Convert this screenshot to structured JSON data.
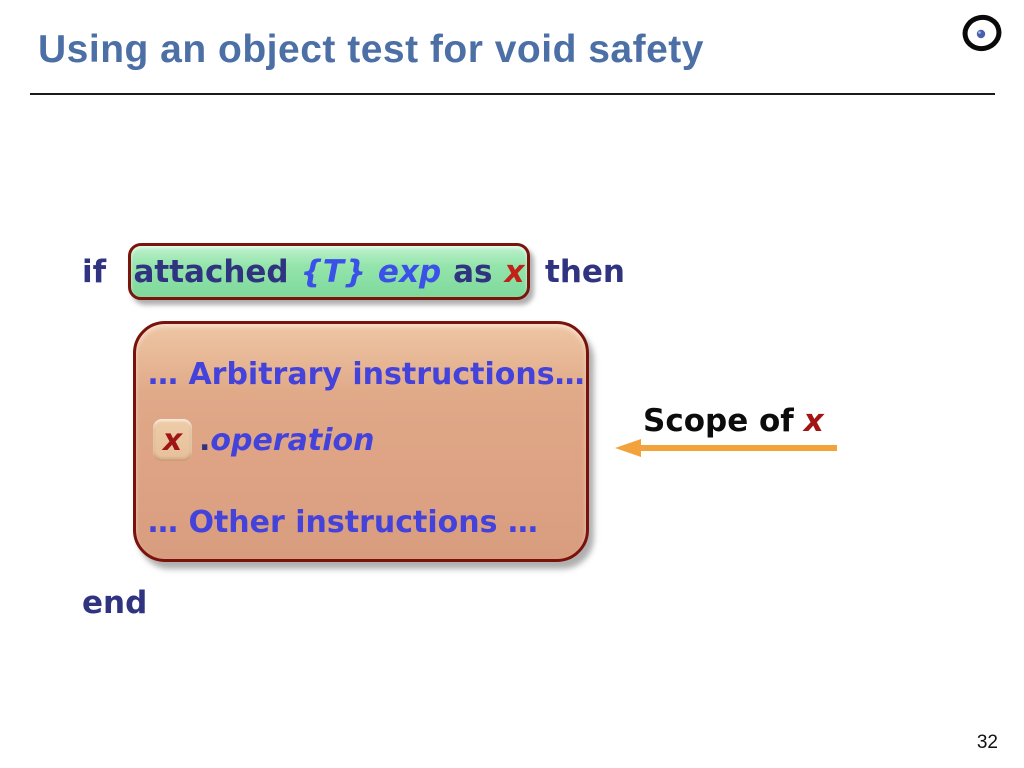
{
  "slide": {
    "title": "Using an object test for void safety",
    "page_number": "32"
  },
  "colors": {
    "title": "#4c6fa6",
    "keyword_navy": "#2f3380",
    "type_exp_blue": "#3a50e8",
    "instruction_blue": "#4343dc",
    "x_red": "#c32017",
    "x_dark_red": "#9e1515",
    "object_test_fill": "#8fe2a9",
    "scope_box_fill": "#dda183",
    "box_border_maroon": "#7a150d",
    "arrow_orange": "#f2a33c"
  },
  "code": {
    "if_kw": "if",
    "attached_kw": "attached",
    "type_token": "{T}",
    "exp_token": "exp",
    "as_kw": "as",
    "x_token": "x",
    "then_kw": "then",
    "end_kw": "end"
  },
  "scope_box": {
    "line1": "… Arbitrary instructions…",
    "x_chip": "x",
    "dot": ".",
    "operation": "operation",
    "line3": "… Other instructions …"
  },
  "scope_annotation": {
    "label": "Scope of",
    "x_token": "x"
  }
}
